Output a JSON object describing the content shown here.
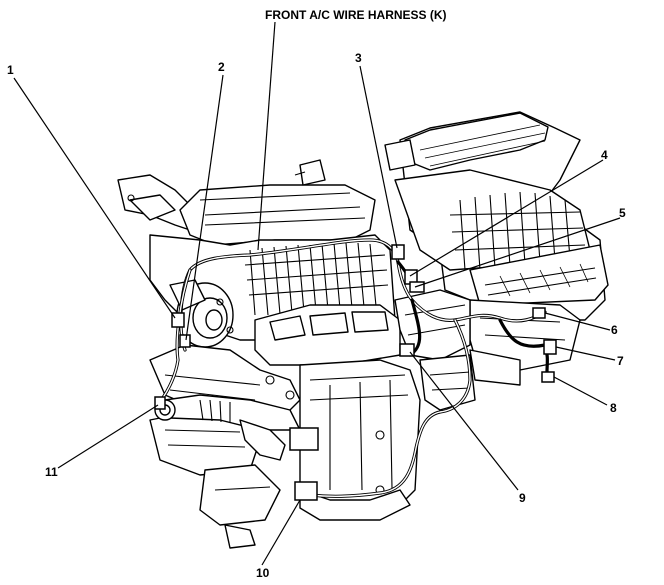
{
  "title": "FRONT A/C WIRE HARNESS (K)",
  "callouts": [
    "1",
    "2",
    "3",
    "4",
    "5",
    "6",
    "7",
    "8",
    "9",
    "10",
    "11"
  ]
}
